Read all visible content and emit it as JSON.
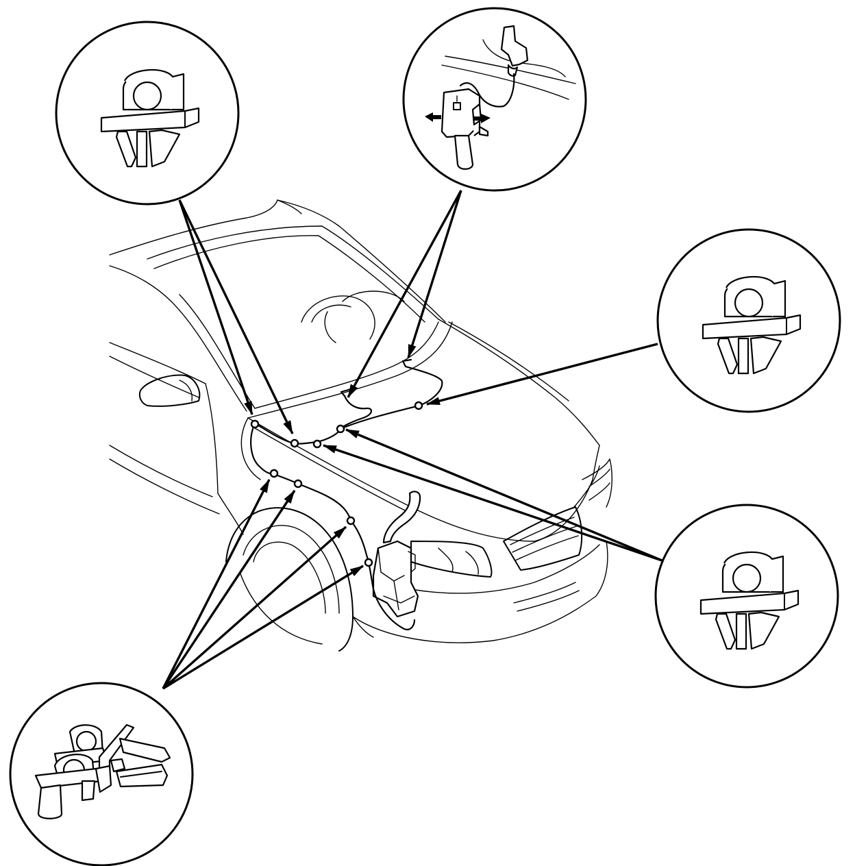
{
  "figure": {
    "background_color": "#ffffff",
    "line_color": "#000000"
  },
  "callouts": [
    {
      "id": "clip-top-left",
      "part": "hose-clip"
    },
    {
      "id": "joint-top-right",
      "part": "hose-joint"
    },
    {
      "id": "clip-right",
      "part": "hose-clip"
    },
    {
      "id": "clip-lower-right",
      "part": "hose-clip"
    },
    {
      "id": "clamp-bottom-left",
      "part": "double-hose-clamp"
    }
  ],
  "clip_points": [
    {
      "id": "c1",
      "callout": "clip-top-left"
    },
    {
      "id": "c2",
      "callout": "clip-top-left"
    },
    {
      "id": "c3",
      "callout": "joint-top-right"
    },
    {
      "id": "c4",
      "callout": "joint-top-right"
    },
    {
      "id": "c5",
      "callout": "clip-right"
    },
    {
      "id": "c6",
      "callout": "clip-lower-right"
    },
    {
      "id": "c7",
      "callout": "clip-lower-right"
    },
    {
      "id": "c8",
      "callout": "clamp-bottom-left"
    },
    {
      "id": "c9",
      "callout": "clamp-bottom-left"
    },
    {
      "id": "c10",
      "callout": "clamp-bottom-left"
    },
    {
      "id": "c11",
      "callout": "clamp-bottom-left"
    }
  ]
}
